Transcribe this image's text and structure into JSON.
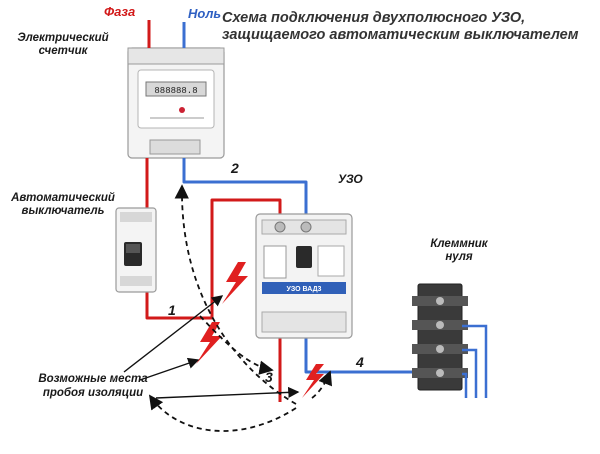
{
  "title": {
    "line1": "Схема подключения двухполюсного УЗО,",
    "line2": "защищаемого автоматическим выключателем"
  },
  "wires": {
    "phase": "Фаза",
    "neutral": "Ноль"
  },
  "labels": {
    "meter": [
      "Электрический",
      "счетчик"
    ],
    "breaker": [
      "Автоматический",
      "выключатель"
    ],
    "rcd": "УЗО",
    "terminal": [
      "Клеммник",
      "нуля"
    ],
    "breakdown": [
      "Возможные места",
      "пробоя изоляции"
    ]
  },
  "numbers": {
    "n1": "1",
    "n2": "2",
    "n3": "3",
    "n4": "4"
  },
  "device_text": {
    "meter_display": "888888.8",
    "rcd_model": "УЗО ВАД3"
  },
  "colors": {
    "phase": "#d21a1a",
    "neutral": "#3b6fd1",
    "device_body": "#f2f2f2",
    "terminal_body": "#3a3a3a",
    "lightning": "#e02020"
  }
}
